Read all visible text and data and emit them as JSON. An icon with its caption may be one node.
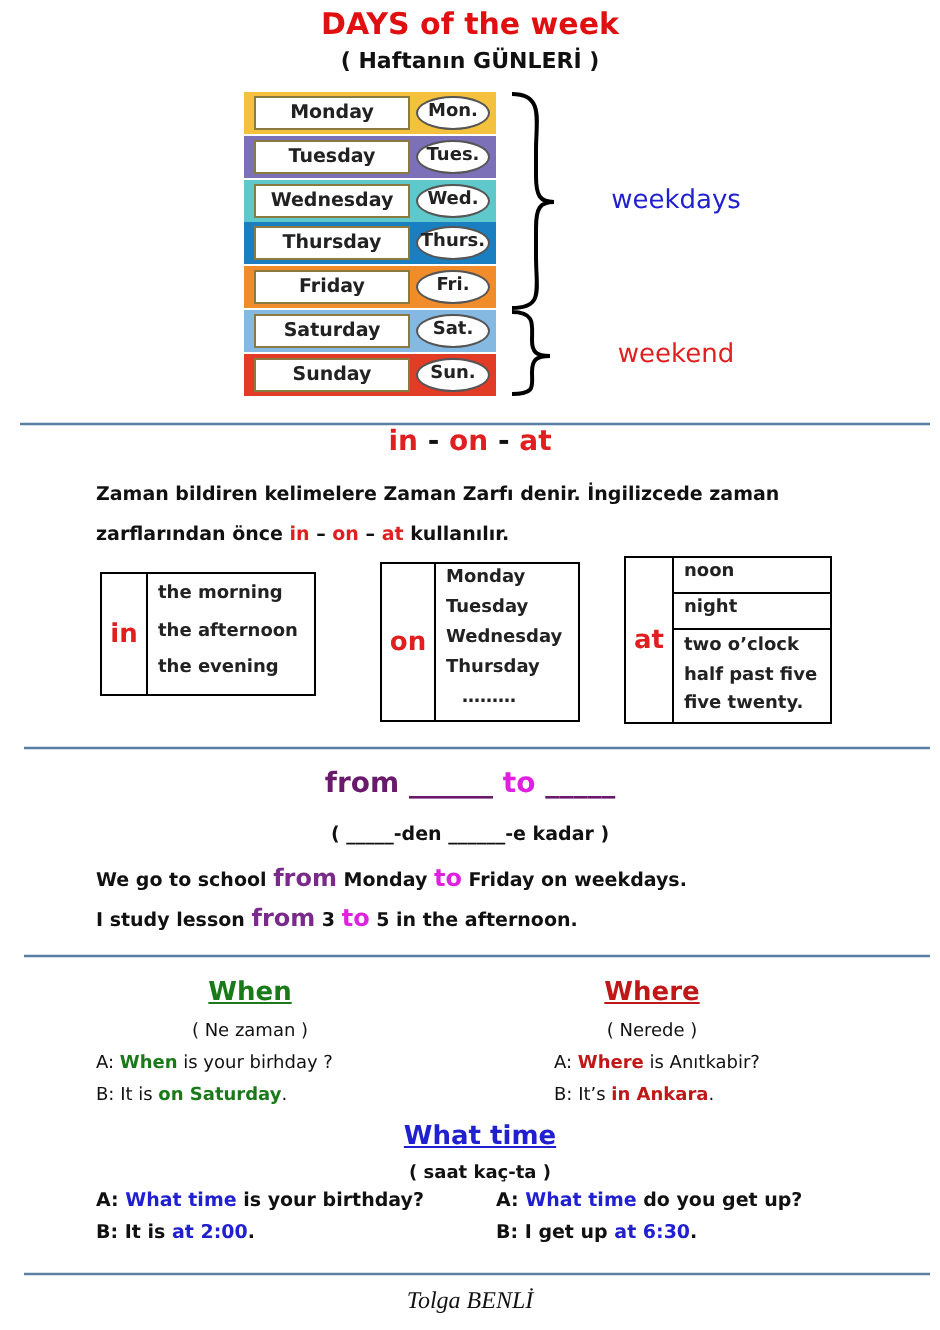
{
  "diagram": {
    "title": "DAYS of the week",
    "nodes": [
      {
        "text": [
          "Monday",
          "Mon."
        ]
      },
      {
        "text": [
          "Tuesday",
          "Tues."
        ]
      },
      {
        "text": [
          "Wednesday",
          "Wed."
        ]
      },
      {
        "text": [
          "Thursday",
          "Thurs."
        ]
      },
      {
        "text": [
          "Friday",
          "Fri."
        ]
      },
      {
        "text": [
          "Saturday",
          "Sat."
        ]
      },
      {
        "text": [
          "Sunday",
          "Sun."
        ]
      },
      {
        "text": [
          "in",
          "the morning",
          "the afternoon",
          "the evening"
        ]
      },
      {
        "text": [
          "on",
          "Monday",
          "Tuesday",
          "Wednesday",
          "Thursday",
          "………"
        ]
      },
      {
        "text": [
          "at",
          "noon",
          "night",
          "two o’clock",
          "half past five",
          "five twenty."
        ]
      }
    ],
    "edges": [],
    "labels": [
      "( Haftanın GÜNLERİ )",
      "weekdays",
      "weekend",
      "**in** - **on** - **at**",
      "Zaman bildiren kelimelere Zaman Zarfı denir. İngilizcede zaman zarflarından önce **in** – **on** – **at** kullanılır.",
      "**from** ______ **to** _____",
      "( _____-den ______-e kadar )",
      "We go to school **from** Monday **to** Friday on weekdays.",
      "I study lesson **from** 3 **to** 5 in the afternoon.",
      "When",
      "Where",
      "( Ne zaman )",
      "( Nerede )",
      "A: **When** is your birhday ?",
      "A: **Where** is Anıtkabir?",
      "B: It is **on Saturday**.",
      "B: It’s **in Ankara**.",
      "What time",
      "( saat kaç-ta )",
      "A: **What time** is your birthday?",
      "A: **What time** do you get up?",
      "B: It is **at 2:00**.",
      "B: I get up **at 6:30**.",
      "Tolga BENLİ"
    ]
  }
}
